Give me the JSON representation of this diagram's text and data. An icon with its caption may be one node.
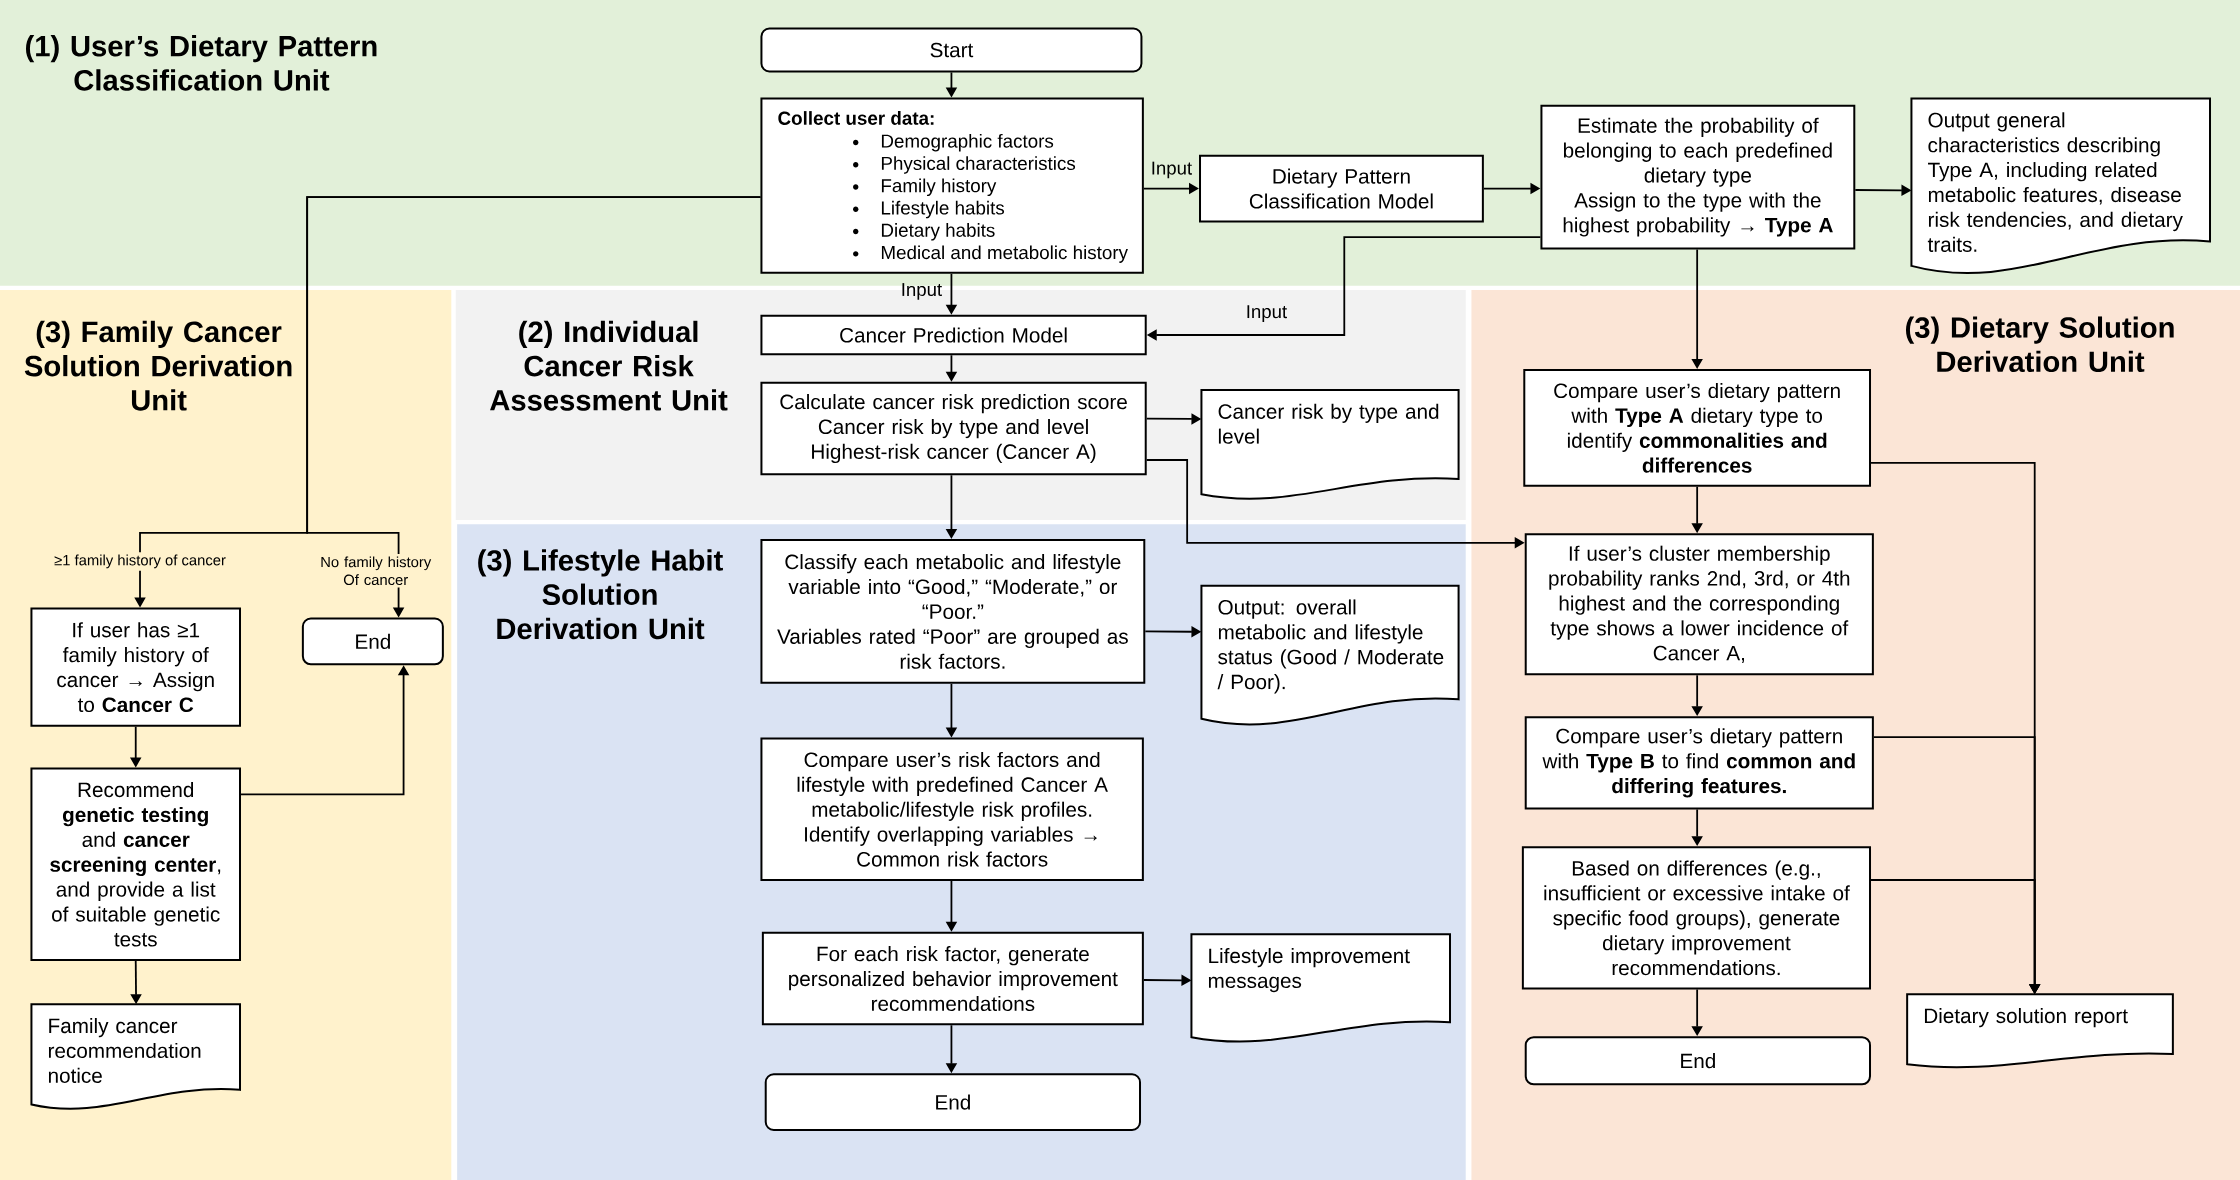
{
  "diagram": {
    "nodes": [
      {
        "text": [
          "(1) User’s Dietary Pattern Classification Unit"
        ]
      },
      {
        "text": [
          "Start"
        ],
        "in": 0
      },
      {
        "text": [
          "Collect user data:",
          "Demographic factors",
          "Physical characteristics",
          "Family history",
          "Lifestyle habits",
          "Dietary habits",
          "Medical and metabolic history"
        ],
        "in": 0
      },
      {
        "text": [
          "Dietary Pattern Classification Model"
        ],
        "in": 0
      },
      {
        "text": [
          "Estimate the probability of belonging to each predefined dietary type",
          "Assign to the type with the highest probability → **Type A**"
        ],
        "in": 0
      },
      {
        "text": [
          "Output general characteristics describing Type A, including related metabolic features, disease risk tendencies, and dietary traits."
        ],
        "in": 0
      },
      {
        "text": [
          "(3) Family Cancer Solution Derivation Unit"
        ]
      },
      {
        "text": [
          "If user has ≥1 family history of cancer → Assign to **Cancer C**"
        ],
        "in": 6
      },
      {
        "text": [
          "End"
        ],
        "in": 6
      },
      {
        "text": [
          "Recommend **genetic testing** and **cancer screening center**, and provide a list of suitable genetic tests"
        ],
        "in": 6
      },
      {
        "text": [
          "Family cancer recommendation notice"
        ],
        "in": 6
      },
      {
        "text": [
          "(2) Individual Cancer Risk Assessment Unit"
        ]
      },
      {
        "text": [
          "Cancer Prediction Model"
        ],
        "in": 11
      },
      {
        "text": [
          "Calculate cancer risk prediction score",
          "Cancer risk by type and level",
          "Highest-risk cancer (Cancer A)"
        ],
        "in": 11
      },
      {
        "text": [
          "Cancer risk by type and level"
        ],
        "in": 11
      },
      {
        "text": [
          "(3) Lifestyle Habit Solution Derivation Unit"
        ]
      },
      {
        "text": [
          "Classify each metabolic and lifestyle variable into “Good,” “Moderate,” or “Poor.”",
          "Variables rated “Poor” are grouped as risk factors."
        ],
        "in": 15
      },
      {
        "text": [
          "Output: overall metabolic and lifestyle status (Good / Moderate / Poor)."
        ],
        "in": 15
      },
      {
        "text": [
          "Compare user’s risk factors and lifestyle with predefined Cancer A metabolic/lifestyle risk profiles.",
          "Identify overlapping variables → Common risk factors"
        ],
        "in": 15
      },
      {
        "text": [
          "For each risk factor, generate personalized behavior improvement recommendations"
        ],
        "in": 15
      },
      {
        "text": [
          "Lifestyle improvement messages"
        ],
        "in": 15
      },
      {
        "text": [
          "End"
        ],
        "in": 15
      },
      {
        "text": [
          "(3) Dietary Solution Derivation Unit"
        ]
      },
      {
        "text": [
          "Compare user’s dietary pattern with **Type A** dietary type to identify **commonalities and differences**"
        ],
        "in": 22
      },
      {
        "text": [
          "If user’s cluster membership probability ranks 2nd, 3rd, or 4th highest and the corresponding type shows a lower incidence of Cancer A,"
        ],
        "in": 22
      },
      {
        "text": [
          "Compare user’s dietary pattern with **Type B** to find **common and differing features.**"
        ],
        "in": 22
      },
      {
        "text": [
          "Based on differences (e.g., insufficient or excessive intake of specific food groups), generate dietary improvement recommendations."
        ],
        "in": 22
      },
      {
        "text": [
          "End"
        ],
        "in": 22
      },
      {
        "text": [
          "Dietary solution report"
        ],
        "in": 22
      }
    ],
    "edges": [
      {
        "from": 1,
        "to": 2,
        "arrow": "to"
      },
      {
        "from": 2,
        "to": 3,
        "arrow": "to",
        "label": "Input"
      },
      {
        "from": 3,
        "to": 4,
        "arrow": "to"
      },
      {
        "from": 4,
        "to": 5,
        "arrow": "to"
      },
      {
        "from": 2,
        "to": 12,
        "arrow": "to",
        "label": "Input"
      },
      {
        "from": 4,
        "to": 12,
        "arrow": "to",
        "label": "Input"
      },
      {
        "from": 4,
        "to": 23,
        "arrow": "to"
      },
      {
        "from": 12,
        "to": 13,
        "arrow": "to"
      },
      {
        "from": 13,
        "to": 14,
        "arrow": "to"
      },
      {
        "from": 13,
        "to": 24,
        "arrow": "to"
      },
      {
        "from": 13,
        "to": 16,
        "arrow": "to"
      },
      {
        "from": 16,
        "to": 17,
        "arrow": "to"
      },
      {
        "from": 16,
        "to": 18,
        "arrow": "to"
      },
      {
        "from": 18,
        "to": 19,
        "arrow": "to"
      },
      {
        "from": 19,
        "to": 20,
        "arrow": "to"
      },
      {
        "from": 19,
        "to": 21,
        "arrow": "to"
      },
      {
        "from": 23,
        "to": 24,
        "arrow": "to"
      },
      {
        "from": 24,
        "to": 25,
        "arrow": "to"
      },
      {
        "from": 25,
        "to": 26,
        "arrow": "to"
      },
      {
        "from": 26,
        "to": 27,
        "arrow": "to"
      },
      {
        "from": 23,
        "to": 28,
        "arrow": "to"
      },
      {
        "from": 25,
        "to": 28,
        "arrow": "to"
      },
      {
        "from": 26,
        "to": 28,
        "arrow": "to"
      },
      {
        "from": 2,
        "to": 7,
        "arrow": "to",
        "label": "≥1 family history of cancer"
      },
      {
        "from": 2,
        "to": 8,
        "arrow": "to",
        "label": "No family history Of cancer"
      },
      {
        "from": 7,
        "to": 9,
        "arrow": "to"
      },
      {
        "from": 9,
        "to": 8,
        "arrow": "to"
      },
      {
        "from": 9,
        "to": 10,
        "arrow": "to"
      }
    ]
  }
}
